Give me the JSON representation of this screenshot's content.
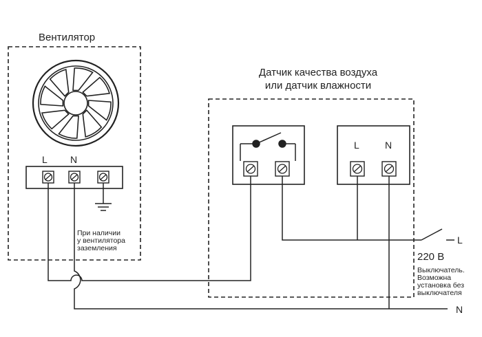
{
  "fan": {
    "title": "Вентилятор",
    "terminal_l": "L",
    "terminal_n": "N",
    "ground_note": [
      "При наличии",
      "у вентилятора",
      "заземления"
    ]
  },
  "sensor": {
    "title_line1": "Датчик качества воздуха",
    "title_line2": "или датчик влажности",
    "terminal_l": "L",
    "terminal_n": "N"
  },
  "supply": {
    "line_l": "L",
    "voltage": "220 В",
    "line_n": "N",
    "switch_note": [
      "Выключатель.",
      "Возможна",
      "установка без",
      "выключателя"
    ]
  },
  "colors": {
    "line": "#222222",
    "background": "#ffffff"
  }
}
